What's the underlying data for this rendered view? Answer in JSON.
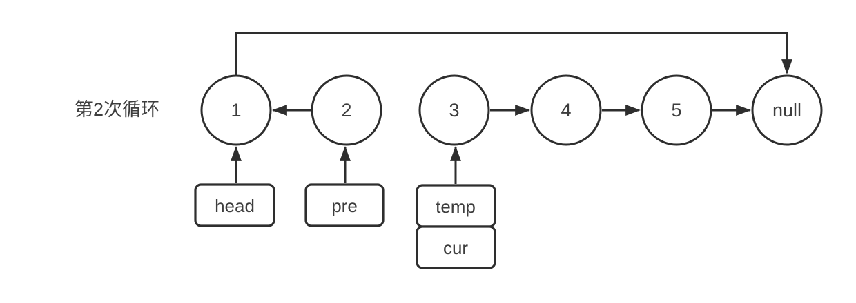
{
  "title": "第2次循环",
  "diagram": {
    "nodes": [
      {
        "id": "1",
        "label": "1"
      },
      {
        "id": "2",
        "label": "2"
      },
      {
        "id": "3",
        "label": "3"
      },
      {
        "id": "4",
        "label": "4"
      },
      {
        "id": "5",
        "label": "5"
      },
      {
        "id": "null",
        "label": "null"
      }
    ],
    "edges": [
      {
        "from": "2",
        "to": "1"
      },
      {
        "from": "1",
        "to": "null",
        "route": "over-top"
      },
      {
        "from": "3",
        "to": "4"
      },
      {
        "from": "4",
        "to": "5"
      },
      {
        "from": "5",
        "to": "null"
      }
    ],
    "pointers": [
      {
        "label": "head",
        "points_to": "1"
      },
      {
        "label": "pre",
        "points_to": "2"
      },
      {
        "label": "temp",
        "points_to": "3"
      },
      {
        "label": "cur"
      }
    ],
    "colors": {
      "stroke": "#2e2e2e",
      "text": "#3d3d3d",
      "background": "#ffffff"
    }
  }
}
